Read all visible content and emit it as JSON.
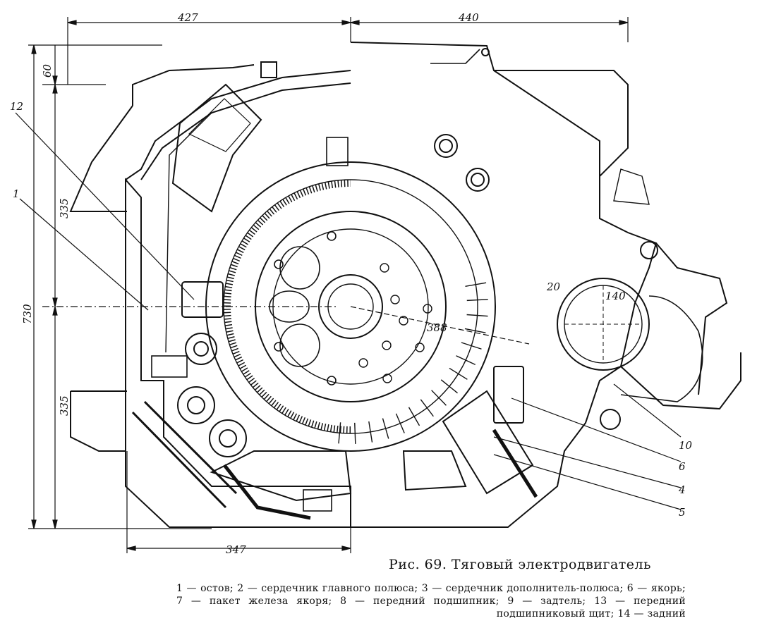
{
  "dimensions": {
    "top_left": "427",
    "top_right": "440",
    "left_top": "60",
    "left_upper": "335",
    "left_total": "730",
    "left_lower": "335",
    "bottom": "347",
    "center": "388",
    "bearing_inner": "20",
    "bearing_outer": "140"
  },
  "callouts": [
    "12",
    "1",
    "10",
    "6",
    "4",
    "5"
  ],
  "caption": {
    "title": "Рис. 69. Тяговый электродвигатель",
    "legend": "1 — остов; 2 — сердечник главного полюса; 3 — сердечник дополнитель-полюса; 6 — якорь; 7 — пакет железа якоря; 8 — передний подшипник; 9 — задтель; 13 — передний подшипниковый щит; 14 — задний"
  },
  "colors": {
    "ink": "#111111",
    "paper": "#ffffff"
  }
}
